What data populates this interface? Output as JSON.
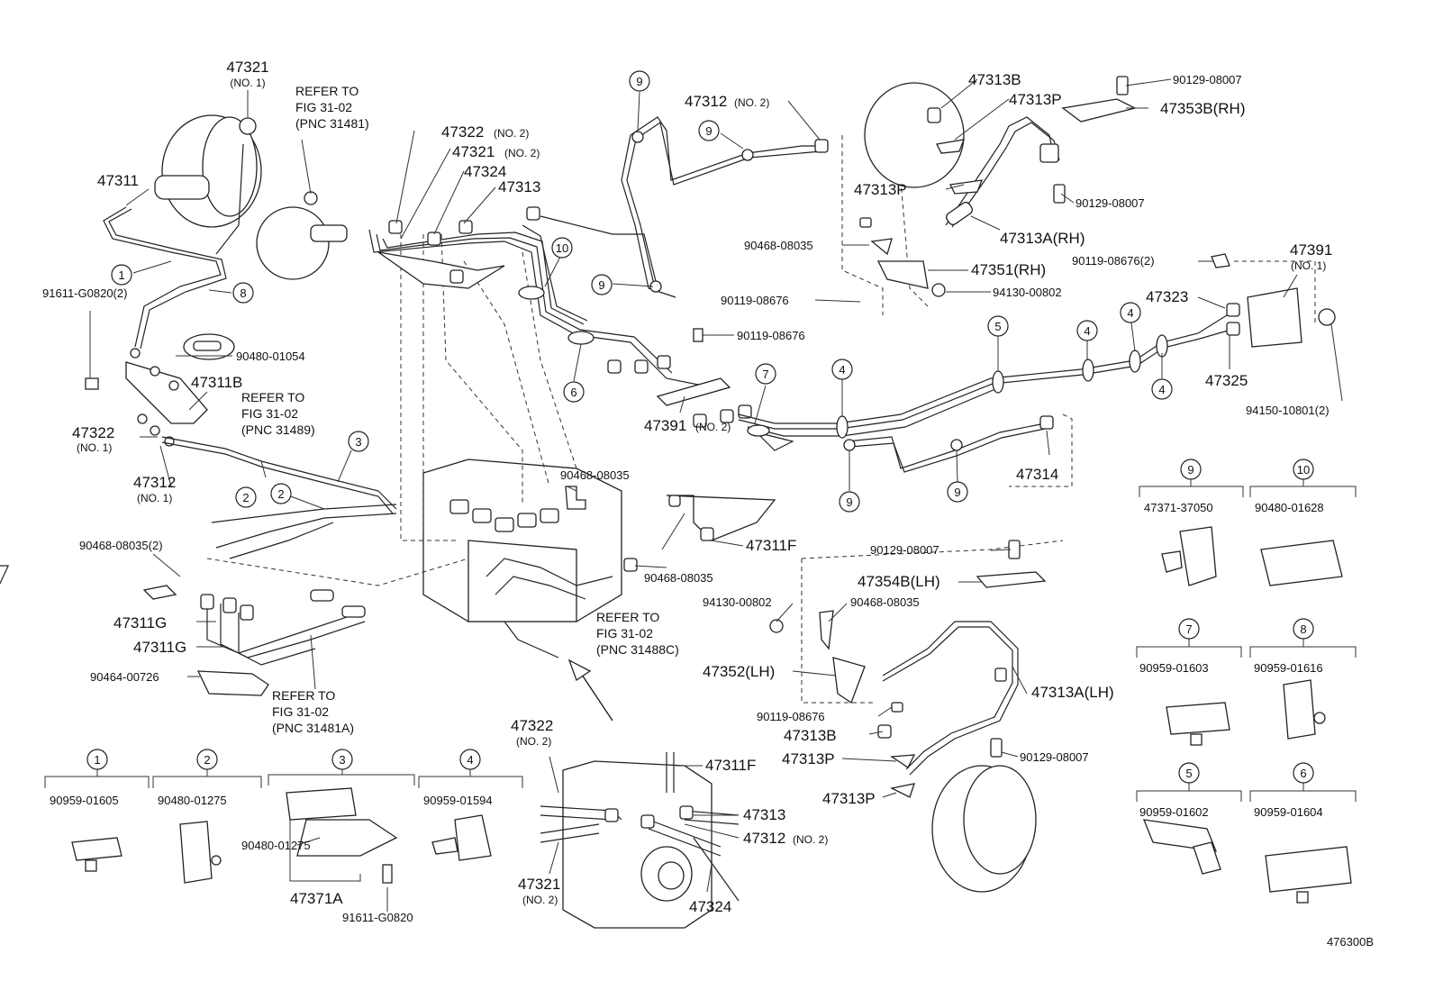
{
  "labels": {
    "p47321_no1": "47321",
    "p47321_no1_sub": "(NO. 1)",
    "refer_31481": [
      "REFER TO",
      "FIG 31-02",
      "(PNC 31481)"
    ],
    "p47311": "47311",
    "p91611_g0820_2": "91611-G0820(2)",
    "p90480_01054": "90480-01054",
    "p47311B": "47311B",
    "refer_31489": [
      "REFER TO",
      "FIG 31-02",
      "(PNC 31489)"
    ],
    "p47322_no1": "47322",
    "p47322_no1_sub": "(NO. 1)",
    "p47312_no1": "47312",
    "p47312_no1_sub": "(NO. 1)",
    "p90468_08035_2": "90468-08035(2)",
    "p47311G_a": "47311G",
    "p47311G_b": "47311G",
    "p90464_00726": "90464-00726",
    "refer_31481A": [
      "REFER TO",
      "FIG 31-02",
      "(PNC 31481A)"
    ],
    "p47322_no2": "47322",
    "p47322_no2_sub": "(NO. 2)",
    "p47321_no2": "47321",
    "p47321_no2_sub": "(NO. 2)",
    "p47324": "47324",
    "p47313": "47313",
    "p47312_no2": "47312",
    "p47312_no2_sub": "(NO. 2)",
    "p47313B_rh": "47313B",
    "p47313P_rh": "47313P",
    "p47313P_rh2": "47313P",
    "p90129_08007_a": "90129-08007",
    "p47353B_rh": "47353B(RH)",
    "p90129_08007_b": "90129-08007",
    "p90468_08035_a": "90468-08035",
    "p47313A_rh": "47313A(RH)",
    "p47351_rh": "47351(RH)",
    "p90119_08676_a": "90119-08676",
    "p94130_00802_a": "94130-00802",
    "p90119_08676_b": "90119-08676",
    "p90119_08676_2": "90119-08676(2)",
    "p47391_no1": "47391",
    "p47391_no1_sub": "(NO. 1)",
    "p47323": "47323",
    "p47325": "47325",
    "p94150_10801_2": "94150-10801(2)",
    "p47391_no2": "47391",
    "p47391_no2_sub": "(NO. 2)",
    "p47314": "47314",
    "p90468_08035_b": "90468-08035",
    "p90468_08035_c": "90468-08035",
    "p47311F_a": "47311F",
    "refer_31488C": [
      "REFER TO",
      "FIG 31-02",
      "(PNC 31488C)"
    ],
    "p90129_08007_c": "90129-08007",
    "p47354B_lh": "47354B(LH)",
    "p94130_00802_b": "94130-00802",
    "p90468_08035_d": "90468-08035",
    "p47352_lh": "47352(LH)",
    "p47313A_lh": "47313A(LH)",
    "p90119_08676_c": "90119-08676",
    "p47313B_lh": "47313B",
    "p47313P_lh": "47313P",
    "p47313P_lh2": "47313P",
    "p90129_08007_d": "90129-08007",
    "abs_47322": "47322",
    "abs_47322_sub": "(NO. 2)",
    "abs_47311F": "47311F",
    "abs_47313": "47313",
    "abs_47312": "47312",
    "abs_47312_sub": "(NO. 2)",
    "abs_47321": "47321",
    "abs_47321_sub": "(NO. 2)",
    "abs_47324": "47324",
    "p90480_01275_inset3": "90480-01275",
    "p47371A": "47371A",
    "p91611_g0820": "91611-G0820",
    "figure_code": "476300B"
  },
  "callouts_on_diagram": {
    "c1": "1",
    "c8": "8",
    "c3": "3",
    "c2a": "2",
    "c2b": "2",
    "c9a": "9",
    "c9b": "9",
    "c9c": "9",
    "c10": "10",
    "c6": "6",
    "c7": "7",
    "c4a": "4",
    "c5": "5",
    "c4b": "4",
    "c4c": "4",
    "c4d": "4",
    "c9d": "9",
    "c9e": "9"
  },
  "clamp_insets": [
    {
      "num": "1",
      "part": "90959-01605"
    },
    {
      "num": "2",
      "part": "90480-01275"
    },
    {
      "num": "3",
      "part": ""
    },
    {
      "num": "4",
      "part": "90959-01594"
    },
    {
      "num": "9",
      "part": "47371-37050"
    },
    {
      "num": "10",
      "part": "90480-01628"
    },
    {
      "num": "7",
      "part": "90959-01603"
    },
    {
      "num": "8",
      "part": "90959-01616"
    },
    {
      "num": "5",
      "part": "90959-01602"
    },
    {
      "num": "6",
      "part": "90959-01604"
    }
  ]
}
